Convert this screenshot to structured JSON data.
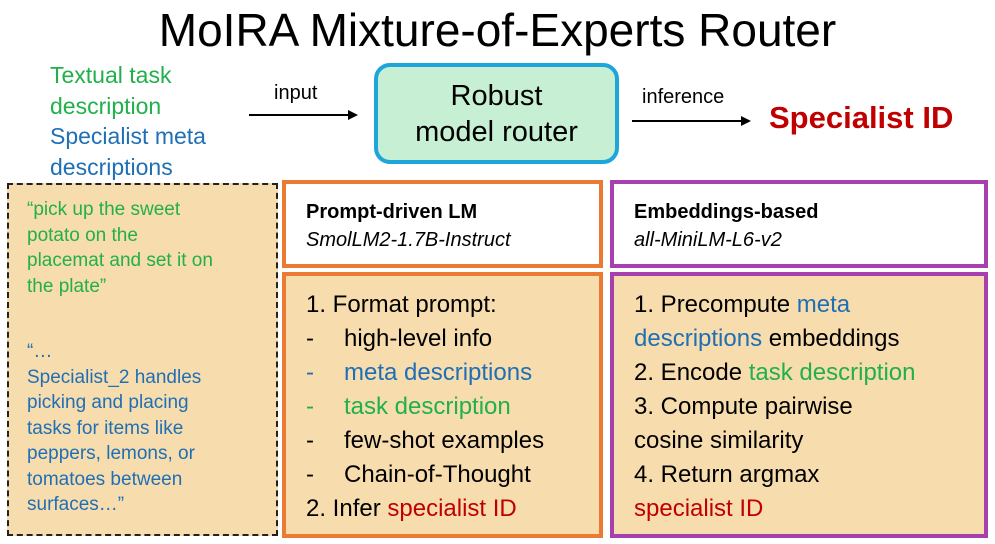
{
  "title": "MoIRA Mixture-of-Experts Router",
  "inputs": {
    "line1": "Textual task",
    "line2": "description",
    "line3": "Specialist meta",
    "line4": "descriptions"
  },
  "arrow_input_label": "input",
  "arrow_inference_label": "inference",
  "router": {
    "line1": "Robust",
    "line2": "model router"
  },
  "output": "Specialist ID",
  "examples": {
    "task_l1": "“pick up the sweet",
    "task_l2": "potato on the",
    "task_l3": "placemat and set it on",
    "task_l4": "the plate”",
    "meta_l1": "“…",
    "meta_l2": "Specialist_2 handles",
    "meta_l3": "picking and placing",
    "meta_l4": "tasks for items like",
    "meta_l5": "peppers, lemons, or",
    "meta_l6": "tomatoes between",
    "meta_l7": "surfaces…”"
  },
  "prompt_panel": {
    "heading": "Prompt-driven LM",
    "model": "SmolLM2-1.7B-Instruct",
    "step1": "1. Format prompt:",
    "dash": "-",
    "sub1": "high-level info",
    "sub2": "meta descriptions",
    "sub3": "task description",
    "sub4": "few-shot examples",
    "sub5": "Chain-of-Thought",
    "step2_prefix": "2. Infer ",
    "step2_highlight": "specialist ID"
  },
  "embed_panel": {
    "heading": "Embeddings-based",
    "model": "all-MiniLM-L6-v2",
    "step1_prefix": "1. Precompute ",
    "step1_highlight1": "meta",
    "step1_highlight2": "descriptions",
    "step1_suffix": " embeddings",
    "step2_prefix": "2. Encode ",
    "step2_highlight": "task description",
    "step3_l1": "3. Compute pairwise",
    "step3_l2": "cosine similarity",
    "step4": "4. Return argmax",
    "step4_highlight": "specialist ID"
  },
  "colors": {
    "task_green": "#21b04b",
    "meta_blue": "#1f6fb5",
    "id_red": "#c00000",
    "router_fill": "#c6efd3",
    "router_border": "#1ea5d9",
    "panel_fill": "#f7dcae",
    "orange_border": "#ea7a34",
    "purple_border": "#a83fae"
  }
}
